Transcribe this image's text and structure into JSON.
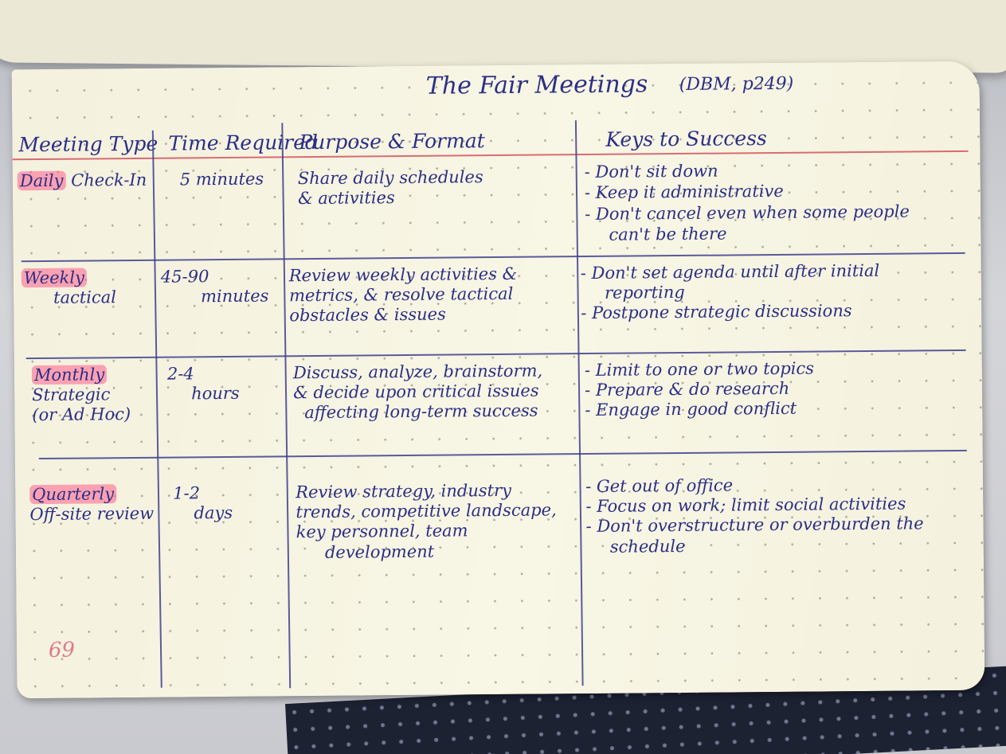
{
  "notebook": {
    "title": "The Fair Meetings",
    "reference": "(DBM, p249)",
    "headers": {
      "type": "Meeting Type",
      "time": "Time Required",
      "purpose": "Purpose & Format",
      "keys": "Keys to Success"
    },
    "rows": [
      {
        "type_highlight": "Daily",
        "type_rest": " Check-In",
        "type_line2": "",
        "type_line3": "",
        "time_line1": "5 minutes",
        "time_line2": "",
        "purpose_lines": [
          "Share daily schedules",
          "& activities"
        ],
        "keys": [
          "- Don't sit down",
          "- Keep it administrative",
          "- Don't cancel even when some people",
          "can't be there"
        ]
      },
      {
        "type_highlight": "Weekly",
        "type_rest": "",
        "type_line2": "tactical",
        "type_line3": "",
        "time_line1": "45-90",
        "time_line2": "minutes",
        "purpose_lines": [
          "Review weekly activities &",
          "metrics, & resolve tactical",
          "obstacles & issues"
        ],
        "keys": [
          "- Don't set agenda until after initial",
          "reporting",
          "- Postpone strategic discussions"
        ]
      },
      {
        "type_highlight": "Monthly",
        "type_rest": "",
        "type_line2": "Strategic",
        "type_line3": "(or Ad Hoc)",
        "time_line1": "2-4",
        "time_line2": "hours",
        "purpose_lines": [
          "Discuss, analyze, brainstorm,",
          "& decide upon critical issues",
          "affecting long-term success"
        ],
        "keys": [
          "- Limit to one or two topics",
          "- Prepare & do research",
          "- Engage in good conflict"
        ]
      },
      {
        "type_highlight": "Quarterly",
        "type_rest": "",
        "type_line2": "Off-site review",
        "type_line3": "",
        "time_line1": "1-2",
        "time_line2": "days",
        "purpose_lines": [
          "Review strategy, industry",
          "trends, competitive landscape,",
          "key personnel, team",
          "development"
        ],
        "keys": [
          "- Get out of office",
          "- Focus on work; limit social activities",
          "- Don't overstructure or overburden the",
          "schedule"
        ]
      }
    ],
    "page_number": "69"
  },
  "colors": {
    "ink": "#2b2f86",
    "highlighter": "#ff5f8c",
    "paper": "#f4f1de",
    "red_rule": "#d2545f"
  }
}
